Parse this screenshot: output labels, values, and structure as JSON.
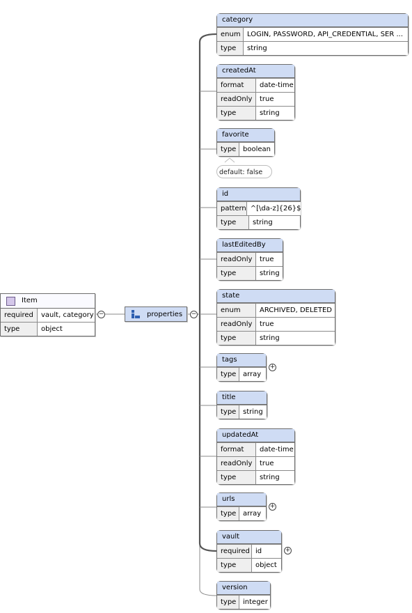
{
  "root": {
    "title": "Item",
    "rows": [
      {
        "key": "required",
        "value": "vault, category"
      },
      {
        "key": "type",
        "value": "object"
      }
    ]
  },
  "properties_label": "properties",
  "collapse_symbol": "−",
  "expand_symbol": "+",
  "default_note": "default: false",
  "nodes": [
    {
      "name": "category",
      "rows": [
        {
          "key": "enum",
          "value": "LOGIN, PASSWORD, API_CREDENTIAL, SER ..."
        },
        {
          "key": "type",
          "value": "string"
        }
      ]
    },
    {
      "name": "createdAt",
      "rows": [
        {
          "key": "format",
          "value": "date-time"
        },
        {
          "key": "readOnly",
          "value": "true"
        },
        {
          "key": "type",
          "value": "string"
        }
      ]
    },
    {
      "name": "favorite",
      "rows": [
        {
          "key": "type",
          "value": "boolean"
        }
      ]
    },
    {
      "name": "id",
      "rows": [
        {
          "key": "pattern",
          "value": "^[\\da-z]{26}$"
        },
        {
          "key": "type",
          "value": "string"
        }
      ]
    },
    {
      "name": "lastEditedBy",
      "rows": [
        {
          "key": "readOnly",
          "value": "true"
        },
        {
          "key": "type",
          "value": "string"
        }
      ]
    },
    {
      "name": "state",
      "rows": [
        {
          "key": "enum",
          "value": "ARCHIVED, DELETED"
        },
        {
          "key": "readOnly",
          "value": "true"
        },
        {
          "key": "type",
          "value": "string"
        }
      ]
    },
    {
      "name": "tags",
      "rows": [
        {
          "key": "type",
          "value": "array"
        }
      ]
    },
    {
      "name": "title",
      "rows": [
        {
          "key": "type",
          "value": "string"
        }
      ]
    },
    {
      "name": "updatedAt",
      "rows": [
        {
          "key": "format",
          "value": "date-time"
        },
        {
          "key": "readOnly",
          "value": "true"
        },
        {
          "key": "type",
          "value": "string"
        }
      ]
    },
    {
      "name": "urls",
      "rows": [
        {
          "key": "type",
          "value": "array"
        }
      ]
    },
    {
      "name": "vault",
      "rows": [
        {
          "key": "required",
          "value": "id"
        },
        {
          "key": "type",
          "value": "object"
        }
      ]
    },
    {
      "name": "version",
      "rows": [
        {
          "key": "type",
          "value": "integer"
        }
      ]
    }
  ]
}
